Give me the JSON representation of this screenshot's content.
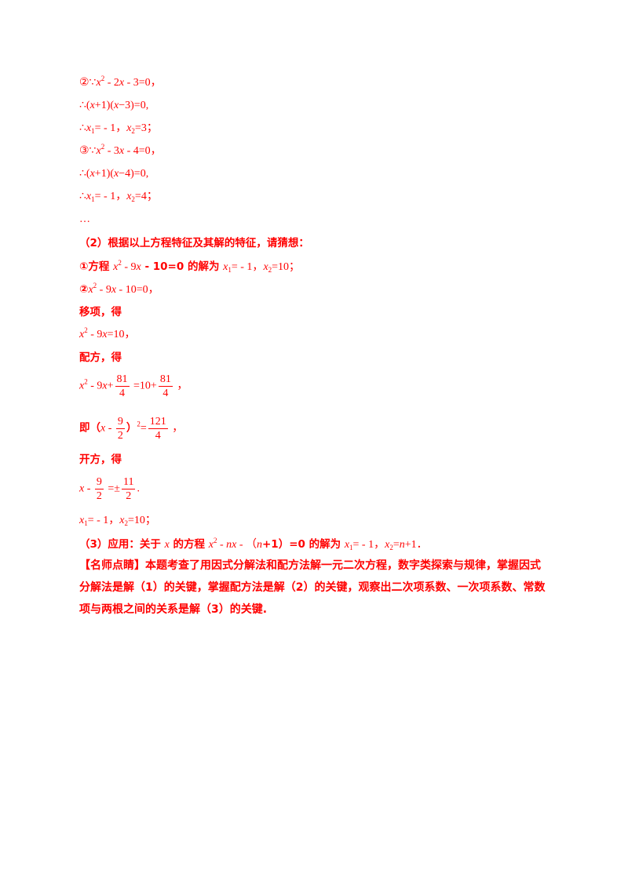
{
  "lines": {
    "l1a": "②∵",
    "l1b": " - 2",
    "l1c": " - 3=0，",
    "l2a": "∴(",
    "l2b": "+1)(",
    "l2c": "−3)=0,",
    "l3a": "∴",
    "l3b": "= - 1，",
    "l3c": "=3；",
    "l4a": "③∵",
    "l4b": " - 3",
    "l4c": " - 4=0，",
    "l5a": "∴(",
    "l5b": "+1)(",
    "l5c": "−4)=0,",
    "l6a": "∴",
    "l6b": "= - 1，",
    "l6c": "=4；",
    "ellipsis": "…",
    "q2": "（2）根据以上方程特征及其解的特征，请猜想：",
    "g1a": "①方程 ",
    "g1b": " - 9",
    "g1c": " - 10=0 的解为 ",
    "g1d": "= - 1，",
    "g1e": "=10；",
    "g2a": "②",
    "g2b": " - 9",
    "g2c": " - 10=0，",
    "move": "移项，得",
    "eq1a": " - 9",
    "eq1b": "=10，",
    "complete": "配方，得",
    "eq2a": " - 9",
    "eq2b": "+",
    "eq2c": " =10+",
    "eq2d": " ，",
    "frac81": "81",
    "frac4": "4",
    "ji": "即（",
    "jib": " - ",
    "jic": "）",
    "jid": "=",
    "jie": " ，",
    "frac9": "9",
    "frac2": "2",
    "frac121": "121",
    "kaifang": "开方，得",
    "sq1": " - ",
    "sq2": " =±",
    "sq3": ".",
    "frac11": "11",
    "sol1": "= - 1，",
    "sol2": "=10；",
    "q3a": "（3）应用：关于 ",
    "q3b": " 的方程 ",
    "q3c": " - ",
    "q3d": " - （",
    "q3e": "+1）=0 的解为 ",
    "q3f": "= - 1，",
    "q3g": "=",
    "q3h": "+1．",
    "commentary": "【名师点睛】本题考查了用因式分解法和配方法解一元二次方程，数字类探索与规律，掌握因式分解法是解（1）的关键，掌握配方法是解（2）的关键，观察出二次项系数、一次项系数、常数项与两根之间的关系是解（3）的关键."
  },
  "vars": {
    "x": "x",
    "n": "n",
    "two": "2",
    "one": "1"
  },
  "colors": {
    "text": "#ff0000",
    "background": "#ffffff"
  }
}
